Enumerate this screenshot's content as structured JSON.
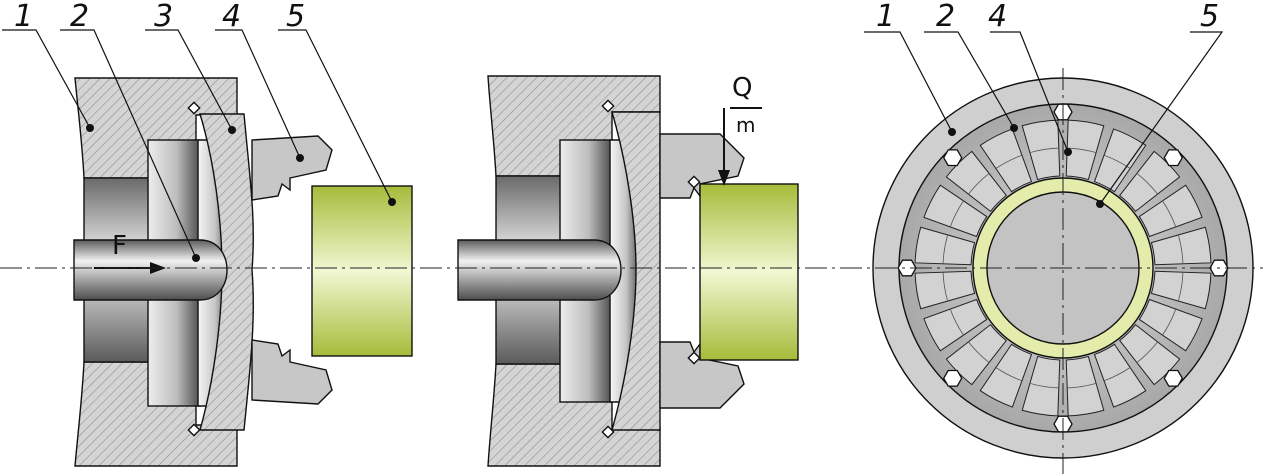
{
  "figure": {
    "left_view": {
      "callouts": [
        "1",
        "2",
        "3",
        "4",
        "5"
      ],
      "force_label": "F"
    },
    "middle_view": {
      "load_label_top": "Q",
      "load_label_bottom": "m"
    },
    "right_view": {
      "callouts": [
        "1",
        "2",
        "4",
        "5"
      ]
    }
  },
  "colors": {
    "housing": "#d4d4d4",
    "hatch": "#8a8a8a",
    "metal_light": "#f2f2f2",
    "metal_dark": "#5e5e5e",
    "jaw": "#c7c7c7",
    "workpiece": "#d7e58a",
    "workpiece_shade": "#a9bd3e",
    "ring": "#e3ecaa",
    "disk_outer": "#cfcfcf",
    "disk_mid": "#bdbdbd",
    "core": "#c3c3c3"
  },
  "icons": [
    "arrow-right-icon",
    "arrow-down-icon"
  ]
}
